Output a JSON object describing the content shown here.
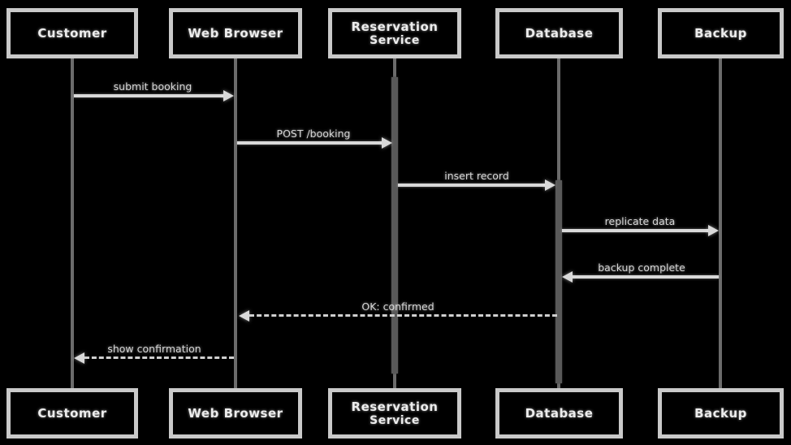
{
  "diagram": {
    "type": "sequence-diagram",
    "background_color": "#000000",
    "box_border_color": "#c9c9c9",
    "box_text_color": "#ececec",
    "lifeline_color": "#6b6b6b",
    "activation_color": "#595959",
    "arrow_color": "#d9d9d9"
  },
  "participants": [
    {
      "label_line1": "Customer",
      "label_line2": ""
    },
    {
      "label_line1": "Web Browser",
      "label_line2": ""
    },
    {
      "label_line1": "Reservation",
      "label_line2": "Service"
    },
    {
      "label_line1": "Database",
      "label_line2": ""
    },
    {
      "label_line1": "Backup",
      "label_line2": ""
    }
  ],
  "messages": [
    {
      "label": "submit booking",
      "from": "Customer",
      "to": "Web Browser",
      "style": "solid"
    },
    {
      "label": "POST /booking",
      "from": "Web Browser",
      "to": "Reservation Service",
      "style": "solid"
    },
    {
      "label": "insert record",
      "from": "Reservation Service",
      "to": "Database",
      "style": "solid"
    },
    {
      "label": "replicate data",
      "from": "Database",
      "to": "Backup",
      "style": "solid"
    },
    {
      "label": "backup complete",
      "from": "Backup",
      "to": "Database",
      "style": "solid"
    },
    {
      "label": "OK: confirmed",
      "from": "Database",
      "to": "Web Browser",
      "style": "dashed"
    },
    {
      "label": "show confirmation",
      "from": "Web Browser",
      "to": "Customer",
      "style": "dashed"
    }
  ]
}
